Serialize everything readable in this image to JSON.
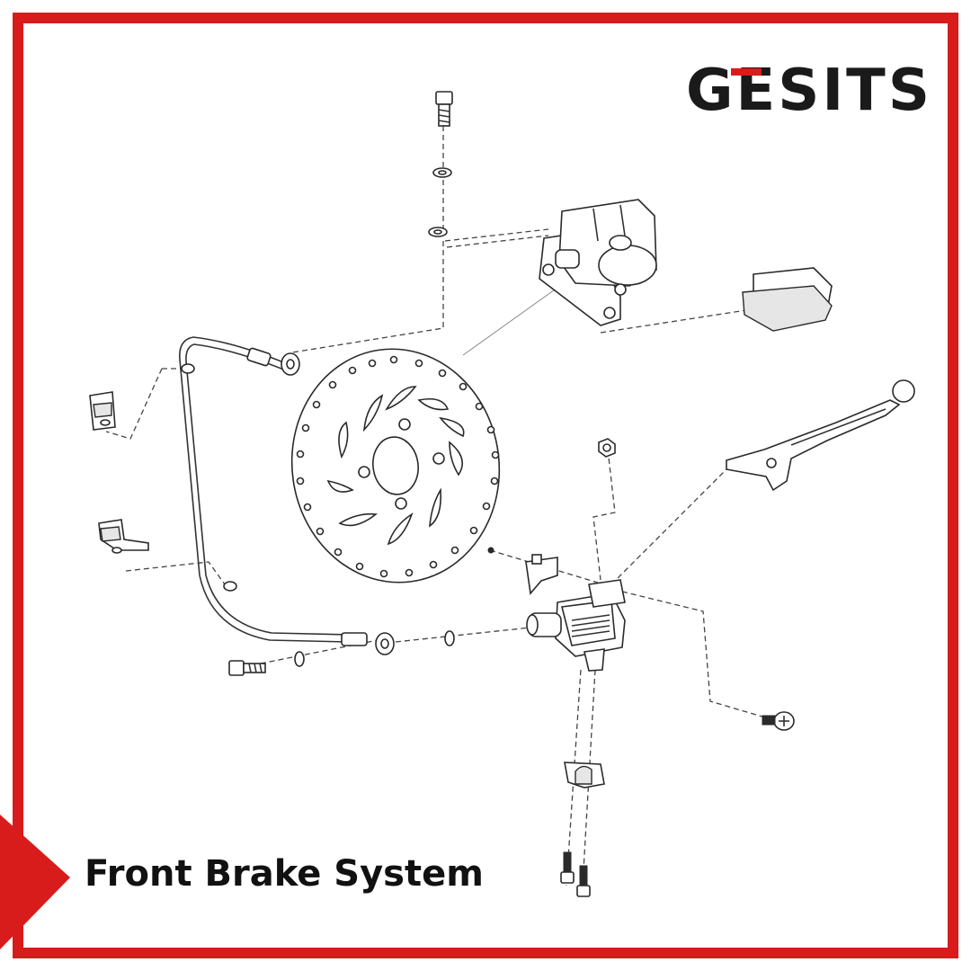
{
  "brand": {
    "logo_text": "GESITS",
    "accent_color": "#d81b1b"
  },
  "title": "Front Brake System",
  "parts": [
    {
      "name": "brake-disc"
    },
    {
      "name": "brake-caliper"
    },
    {
      "name": "brake-pads"
    },
    {
      "name": "brake-hose"
    },
    {
      "name": "master-cylinder"
    },
    {
      "name": "brake-lever"
    },
    {
      "name": "banjo-bolt-upper"
    },
    {
      "name": "banjo-bolt-lower"
    },
    {
      "name": "sealing-washers"
    },
    {
      "name": "hose-clamps"
    },
    {
      "name": "handlebar-clamp"
    },
    {
      "name": "clamp-bolts"
    },
    {
      "name": "brake-switch"
    },
    {
      "name": "lever-nut"
    },
    {
      "name": "lever-pivot-screw"
    }
  ]
}
